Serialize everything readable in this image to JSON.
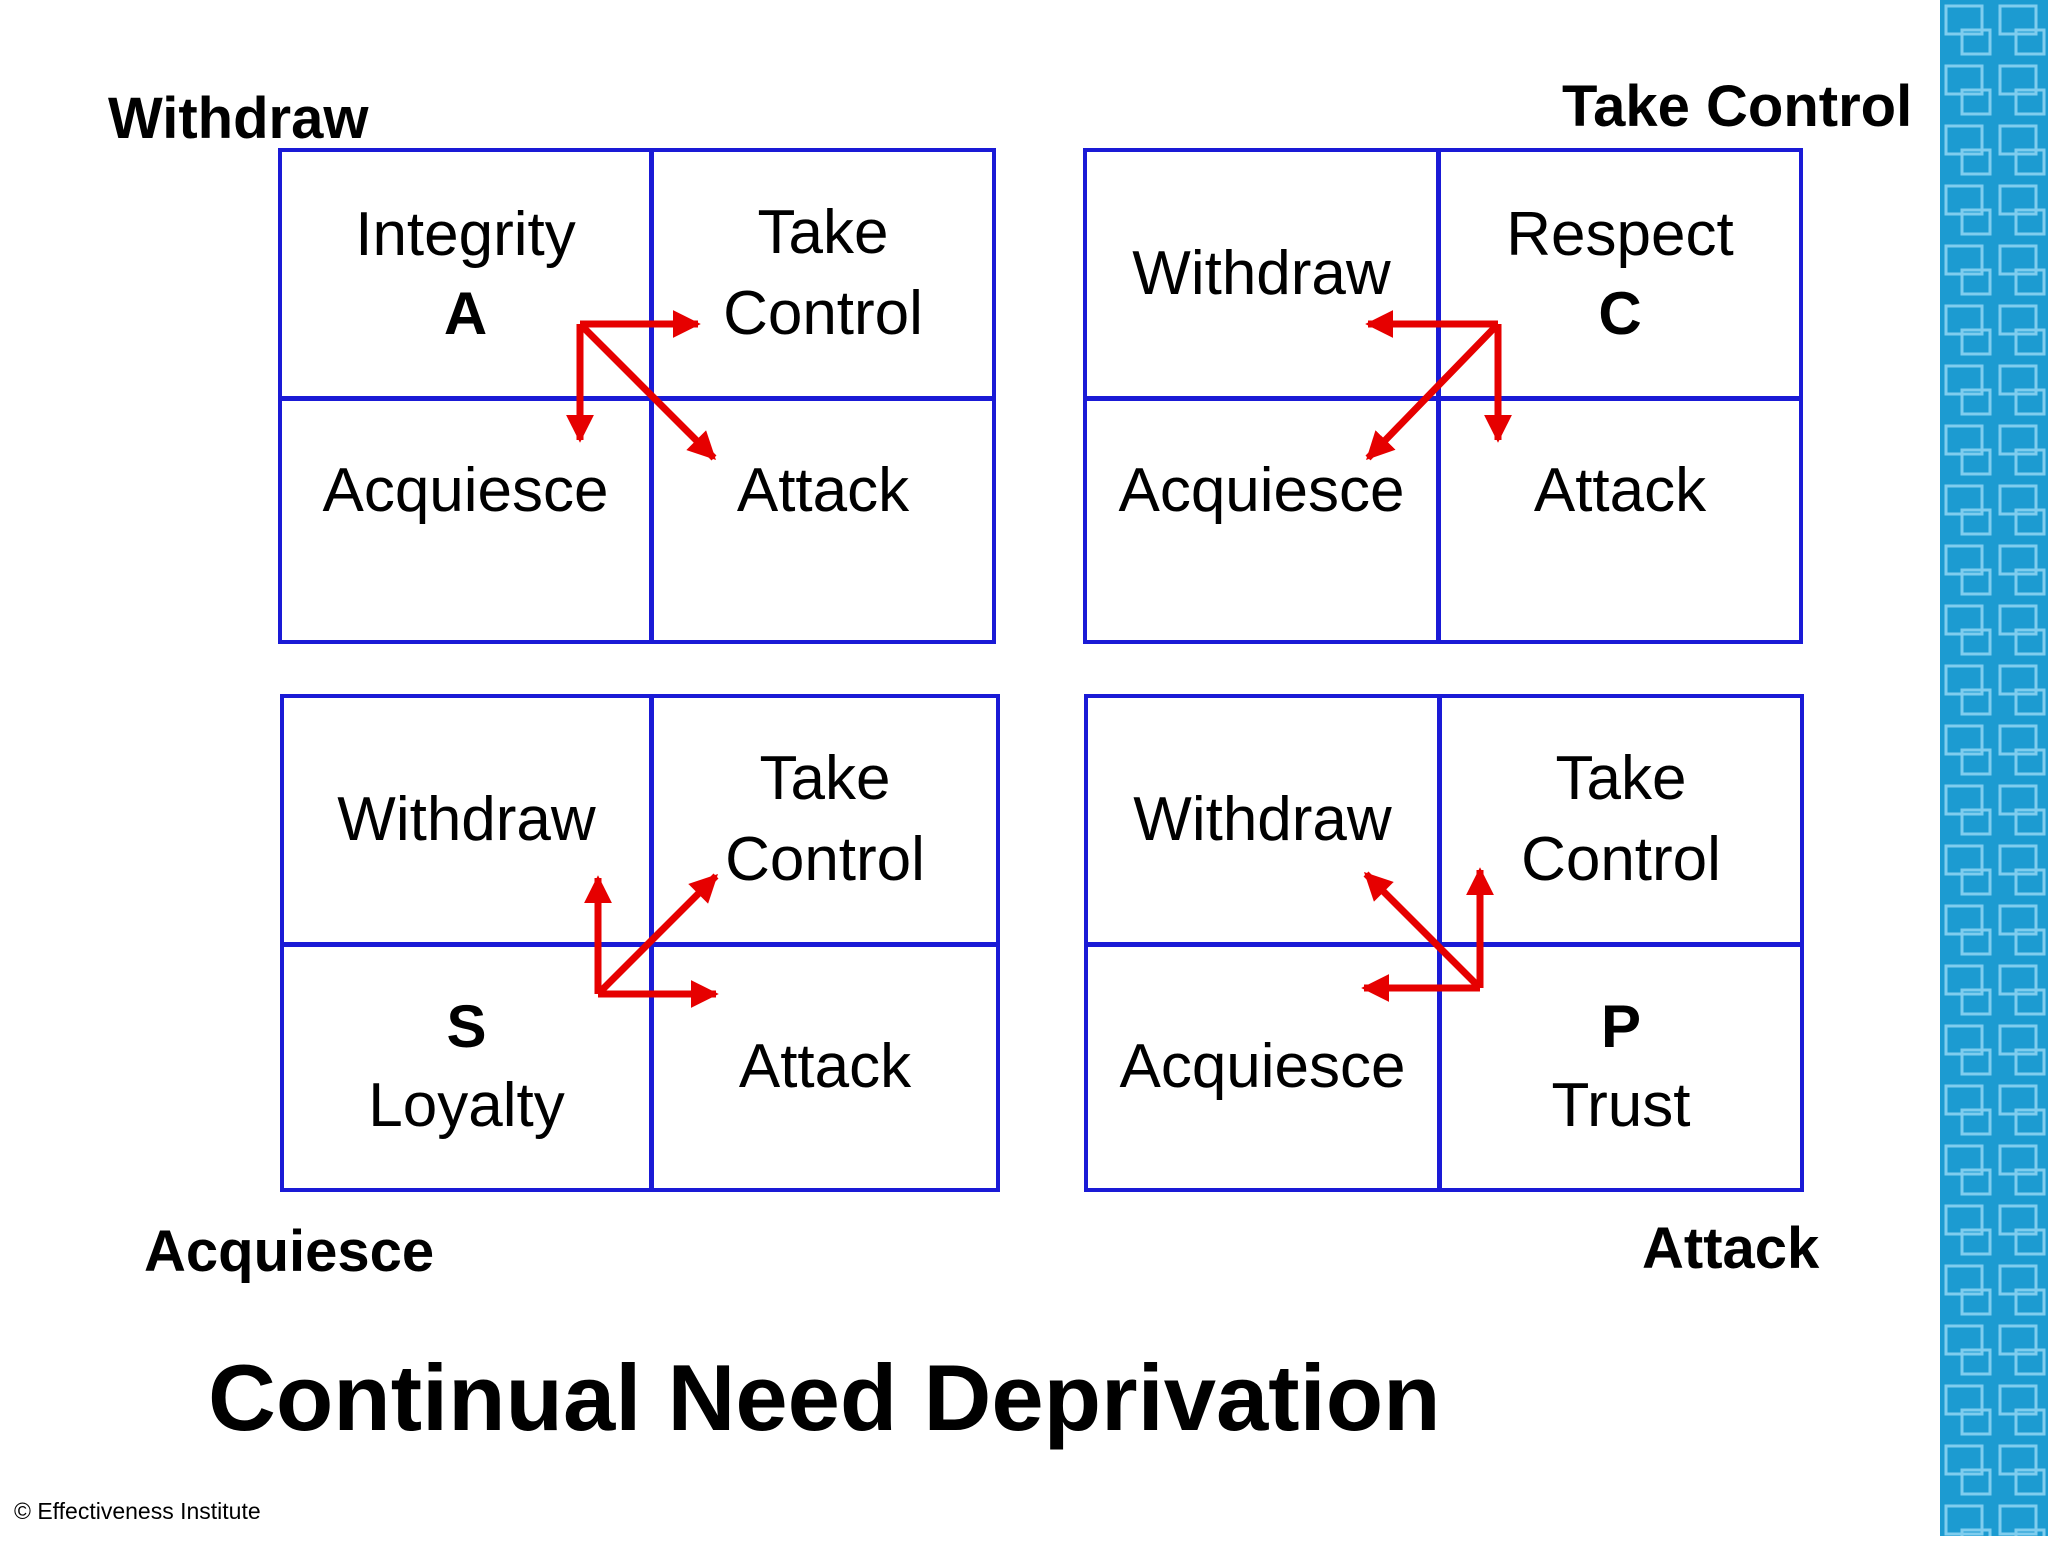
{
  "corners": {
    "top_left": "Withdraw",
    "top_right": "Take Control",
    "bottom_left": "Acquiesce",
    "bottom_right": "Attack"
  },
  "grids": [
    {
      "id": "a",
      "cells": {
        "top_left": {
          "name": "Integrity",
          "letter": "A"
        },
        "top_right": "Take Control",
        "bottom_left": "Acquiesce",
        "bottom_right": "Attack"
      }
    },
    {
      "id": "c",
      "cells": {
        "top_left": "Withdraw",
        "top_right": {
          "name": "Respect",
          "letter": "C"
        },
        "bottom_left": "Acquiesce",
        "bottom_right": "Attack"
      }
    },
    {
      "id": "s",
      "cells": {
        "top_left": "Withdraw",
        "top_right": "Take Control",
        "bottom_left": {
          "letter": "S",
          "name": "Loyalty"
        },
        "bottom_right": "Attack"
      }
    },
    {
      "id": "p",
      "cells": {
        "top_left": "Withdraw",
        "top_right": "Take Control",
        "bottom_left": "Acquiesce",
        "bottom_right": {
          "letter": "P",
          "name": "Trust"
        }
      }
    }
  ],
  "title": "Continual Need Deprivation",
  "copyright": "© Effectiveness Institute",
  "colors": {
    "grid": "#1a1ad6",
    "arrow": "#e60000",
    "stripe": "#1c9bd1"
  }
}
